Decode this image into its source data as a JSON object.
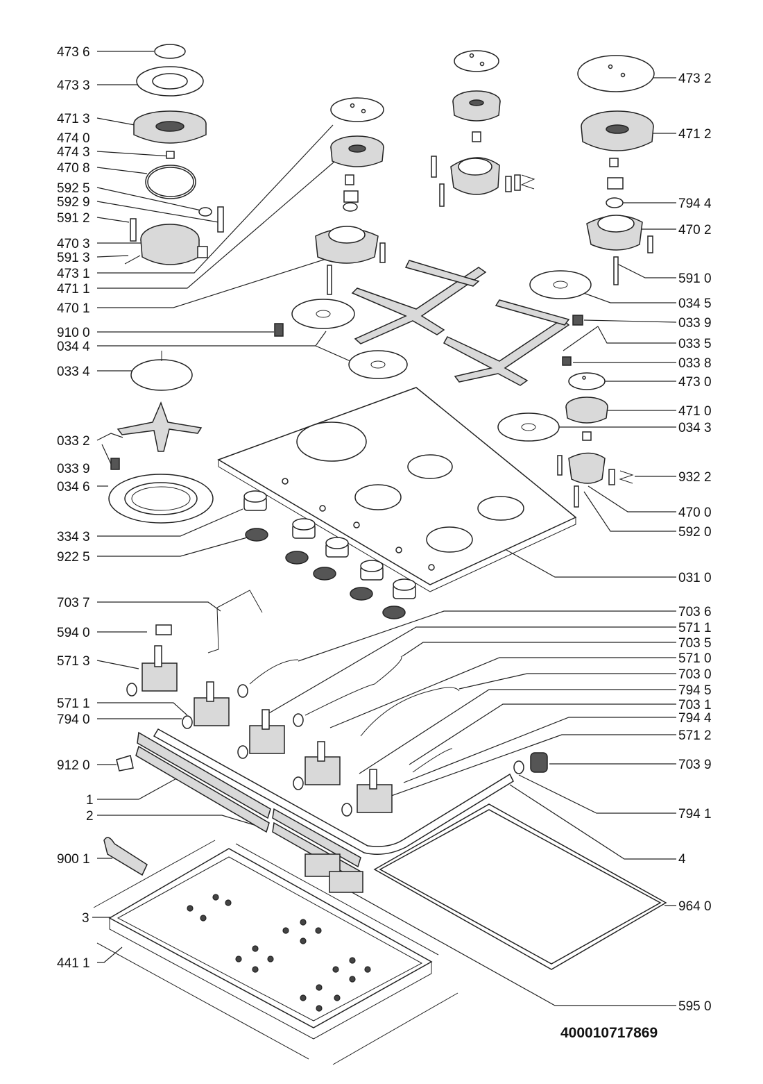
{
  "drawing_number": "400010717869",
  "left_labels": [
    {
      "id": "473-6",
      "text": "473 6"
    },
    {
      "id": "473-3",
      "text": "473 3"
    },
    {
      "id": "471-3",
      "text": "471 3"
    },
    {
      "id": "474-0",
      "text": "474 0"
    },
    {
      "id": "474-3",
      "text": "474 3"
    },
    {
      "id": "470-8",
      "text": "470 8"
    },
    {
      "id": "592-5",
      "text": "592 5"
    },
    {
      "id": "592-9",
      "text": "592 9"
    },
    {
      "id": "591-2",
      "text": "591 2"
    },
    {
      "id": "470-3",
      "text": "470 3"
    },
    {
      "id": "591-3",
      "text": "591 3"
    },
    {
      "id": "473-1",
      "text": "473 1"
    },
    {
      "id": "471-1",
      "text": "471 1"
    },
    {
      "id": "470-1",
      "text": "470 1"
    },
    {
      "id": "910-0",
      "text": "910 0"
    },
    {
      "id": "034-4",
      "text": "034 4"
    },
    {
      "id": "033-4",
      "text": "033 4"
    },
    {
      "id": "033-2",
      "text": "033 2"
    },
    {
      "id": "033-9-left",
      "text": "033 9"
    },
    {
      "id": "034-6",
      "text": "034 6"
    },
    {
      "id": "334-3",
      "text": "334 3"
    },
    {
      "id": "922-5",
      "text": "922 5"
    },
    {
      "id": "703-7",
      "text": "703 7"
    },
    {
      "id": "594-0",
      "text": "594 0"
    },
    {
      "id": "571-3",
      "text": "571 3"
    },
    {
      "id": "571-1-left",
      "text": "571 1"
    },
    {
      "id": "794-0",
      "text": "794 0"
    },
    {
      "id": "912-0",
      "text": "912 0"
    },
    {
      "id": "1",
      "text": "1"
    },
    {
      "id": "2",
      "text": "2"
    },
    {
      "id": "900-1",
      "text": "900 1"
    },
    {
      "id": "3",
      "text": "3"
    },
    {
      "id": "441-1",
      "text": "441 1"
    }
  ],
  "right_labels": [
    {
      "id": "473-2",
      "text": "473 2"
    },
    {
      "id": "471-2",
      "text": "471 2"
    },
    {
      "id": "794-4-top",
      "text": "794 4"
    },
    {
      "id": "470-2",
      "text": "470 2"
    },
    {
      "id": "591-0",
      "text": "591 0"
    },
    {
      "id": "034-5",
      "text": "034 5"
    },
    {
      "id": "033-9-right",
      "text": "033 9"
    },
    {
      "id": "033-5",
      "text": "033 5"
    },
    {
      "id": "033-8",
      "text": "033 8"
    },
    {
      "id": "473-0",
      "text": "473 0"
    },
    {
      "id": "471-0",
      "text": "471 0"
    },
    {
      "id": "034-3",
      "text": "034 3"
    },
    {
      "id": "932-2",
      "text": "932 2"
    },
    {
      "id": "470-0",
      "text": "470 0"
    },
    {
      "id": "592-0",
      "text": "592 0"
    },
    {
      "id": "031-0",
      "text": "031 0"
    },
    {
      "id": "703-6",
      "text": "703 6"
    },
    {
      "id": "571-1-right",
      "text": "571 1"
    },
    {
      "id": "703-5",
      "text": "703 5"
    },
    {
      "id": "571-0",
      "text": "571 0"
    },
    {
      "id": "703-0",
      "text": "703 0"
    },
    {
      "id": "794-5",
      "text": "794 5"
    },
    {
      "id": "703-1",
      "text": "703 1"
    },
    {
      "id": "794-4-bottom",
      "text": "794 4"
    },
    {
      "id": "571-2",
      "text": "571 2"
    },
    {
      "id": "703-9",
      "text": "703 9"
    },
    {
      "id": "794-1",
      "text": "794 1"
    },
    {
      "id": "4",
      "text": "4"
    },
    {
      "id": "964-0",
      "text": "964 0"
    },
    {
      "id": "595-0",
      "text": "595 0"
    }
  ]
}
